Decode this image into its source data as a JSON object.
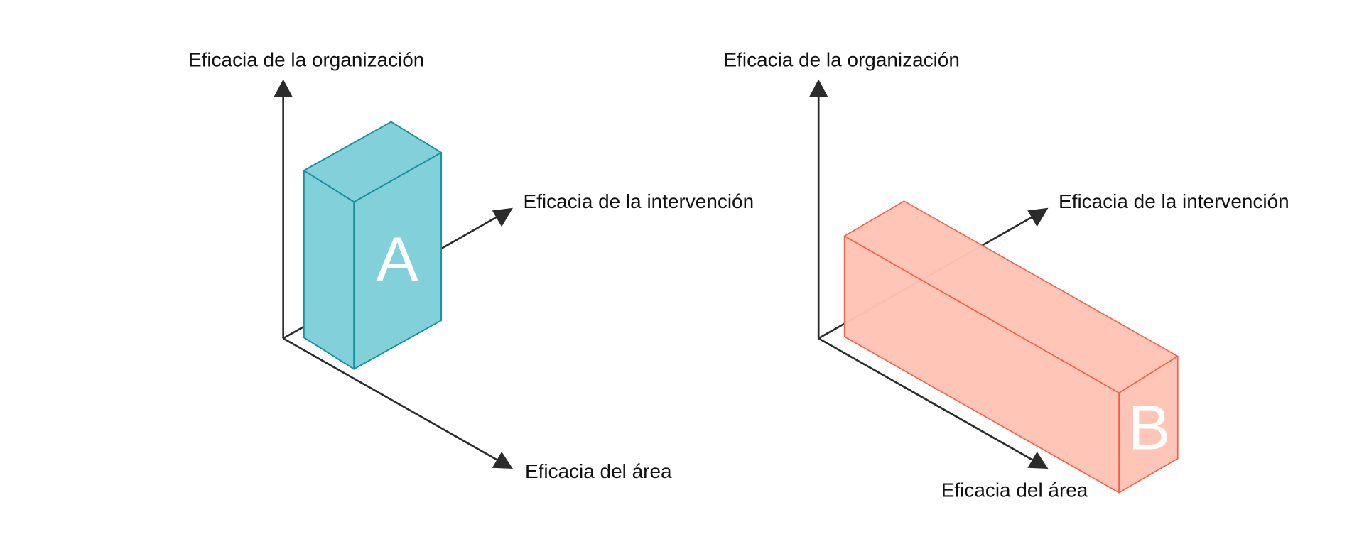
{
  "diagrams": [
    {
      "axis_vertical": "Eficacia de la organización",
      "axis_depth": "Eficacia de la intervención",
      "axis_horizontal": "Eficacia del área",
      "box_label": "A",
      "fill": "#82d0d9",
      "stroke": "#16909e"
    },
    {
      "axis_vertical": "Eficacia de la organización",
      "axis_depth": "Eficacia de la intervención",
      "axis_horizontal": "Eficacia del área",
      "box_label": "B",
      "fill": "#ffc3b4",
      "stroke": "#f5604a"
    }
  ]
}
